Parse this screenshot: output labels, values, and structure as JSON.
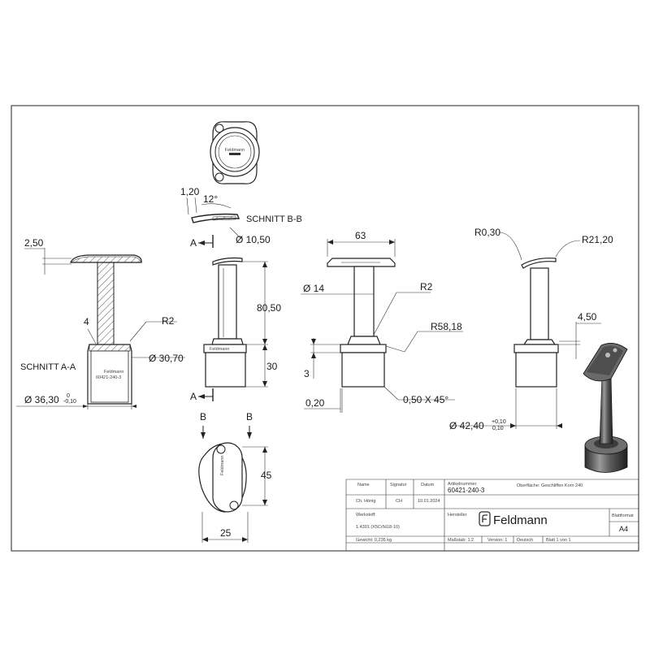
{
  "dims": {
    "d2_50": "2,50",
    "d4": "4",
    "r2_left": "R2",
    "dia30_70": "Ø 30,70",
    "schnitt_aa": "SCHNITT A-A",
    "dia36_30": "Ø 36,30",
    "tol36_up": "0",
    "tol36_dn": "-0,10",
    "d1_20": "1,20",
    "d12deg": "12°",
    "schnitt_bb": "SCHNITT B-B",
    "dia10_50": "Ø 10,50",
    "a_top": "A",
    "a_bot": "A",
    "d80_50": "80,50",
    "d30": "30",
    "b_left": "B",
    "b_right": "B",
    "d45": "45",
    "d25": "25",
    "d63": "63",
    "dia14": "Ø 14",
    "r2_mid": "R2",
    "r58_18": "R58,18",
    "d3": "3",
    "d0_20": "0,20",
    "chamfer": "0,50 X 45°",
    "r0_30": "R0,30",
    "r21_20": "R21,20",
    "d4_50": "4,50",
    "dia42_40": "Ø 42,40",
    "tol42_up": "+0,10",
    "tol42_dn": "0,10"
  },
  "part_marks": {
    "section_text_1": "Feldmann",
    "section_text_2": "60421-240-3",
    "top_view_text": "Feldmann"
  },
  "title_block": {
    "name_label": "Name",
    "signatur_label": "Signatur",
    "datum_label": "Datum",
    "artikel_label": "Artikelnummer",
    "oberflaeche": "Oberfläche: Geschliffen Korn 240",
    "artikel_no": "60421-240-3",
    "name_value": "Ch. Hönig",
    "signatur_value": "CH",
    "datum_value": "10.01.2024",
    "werkstoff_label": "Werkstoff:",
    "werkstoff_value": "1.4301 (X5CrNi18-10)",
    "hersteller_label": "Hersteller",
    "brand": "Feldmann",
    "blattformat_label": "Blattformat",
    "blattformat_value": "A4",
    "gewicht": "Gewicht: 0,235 kg",
    "massstab": "Maßstab: 1:2",
    "version": "Version: 1",
    "sprache": "Deutsch",
    "blatt": "Blatt 1 von 1"
  }
}
